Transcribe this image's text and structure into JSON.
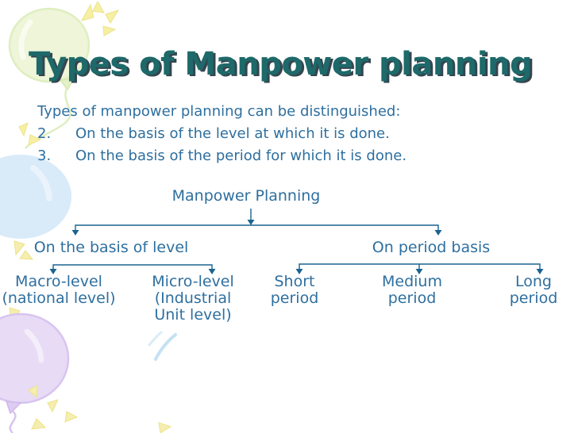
{
  "slide": {
    "title": "Types of Manpower planning",
    "intro": "Types of manpower planning can be distinguished:",
    "items": [
      {
        "number": "2.",
        "text": "On the basis of the level at which it is done."
      },
      {
        "number": "3.",
        "text": "On the basis of the period for which it is done."
      }
    ]
  },
  "diagram": {
    "root": "Manpower Planning",
    "left_branch": {
      "label": "On the basis of level",
      "children": [
        {
          "line1": "Macro-level",
          "line2": "(national level)"
        },
        {
          "line1": "Micro-level",
          "line2": "(Industrial",
          "line3": "Unit level)"
        }
      ]
    },
    "right_branch": {
      "label": "On period basis",
      "children": [
        {
          "line1": "Short",
          "line2": "period"
        },
        {
          "line1": "Medium",
          "line2": "period"
        },
        {
          "line1": "Long",
          "line2": "period"
        }
      ]
    }
  },
  "colors": {
    "title_teal": "#1e6969",
    "title_shadow": "#35454f",
    "body_blue": "#2e6f9f",
    "connector_blue": "#1b648f",
    "balloon_green": "#eef5d8",
    "balloon_blue": "#d9eaf8",
    "balloon_purple": "#e8dbf5",
    "sparkle_yellow": "#f6f0a2",
    "sparkle_blue": "#c3e1f3"
  }
}
